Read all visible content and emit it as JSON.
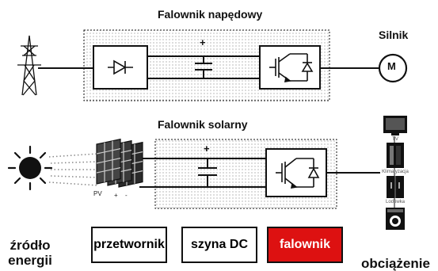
{
  "drive_inverter": {
    "title": "Falownik napędowy",
    "motor_label": "Silnik",
    "motor_symbol": "M"
  },
  "solar_inverter": {
    "title": "Falownik solarny",
    "pv_label": "PV",
    "pv_plus": "+",
    "pv_minus": "-"
  },
  "loads": [
    "TV",
    "Klimatyzacja",
    "Lodówka",
    ""
  ],
  "source_label": [
    "źródło",
    "energii"
  ],
  "load_label": "obciążenie",
  "legend": {
    "converter": "przetwornik",
    "dc_bus": "szyna DC",
    "inverter": "falownik",
    "inverter_color": "#dd1111"
  },
  "capacitor_sign": "+"
}
